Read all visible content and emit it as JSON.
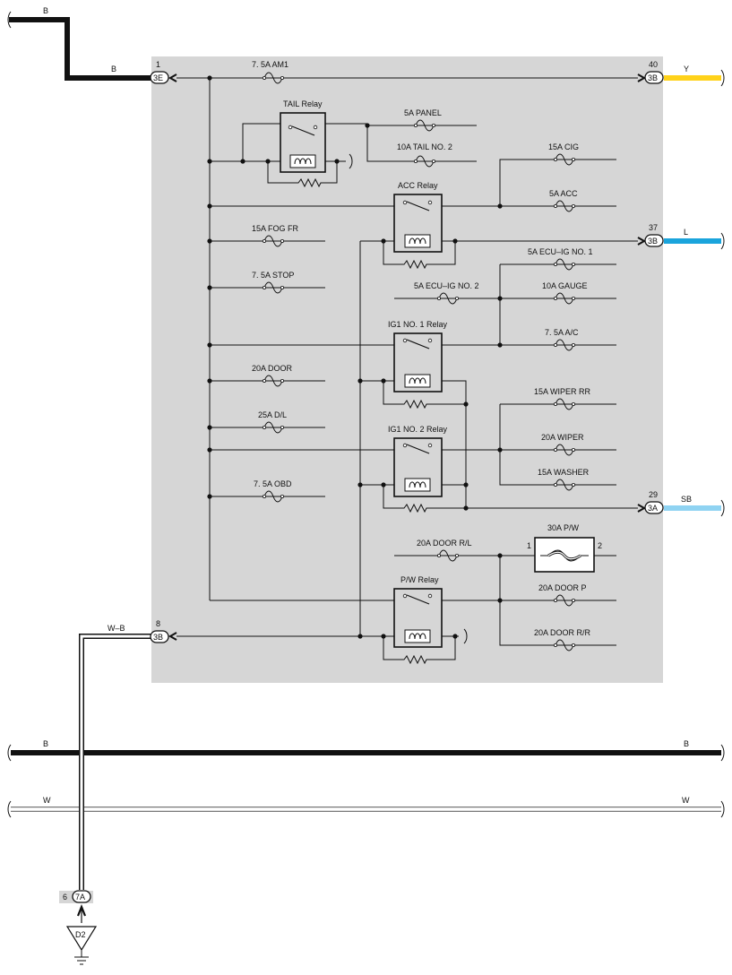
{
  "wire_colors": {
    "B": "#111111",
    "Y": "#ffd21a",
    "L": "#1aa4dc",
    "SB": "#8fd3f2",
    "W": "#ffffff",
    "W-B": "#ffffff"
  },
  "panel_color": "#d6d6d6",
  "wires": {
    "top_left": "B",
    "top_left_entry": "B",
    "out_y": "Y",
    "out_l": "L",
    "out_sb": "SB",
    "ground_in": "W–B",
    "bus_b_left": "B",
    "bus_b_right": "B",
    "bus_w_left": "W",
    "bus_w_right": "W"
  },
  "connectors": {
    "c1": {
      "pin": "1",
      "code": "3E"
    },
    "c40": {
      "pin": "40",
      "code": "3B"
    },
    "c37": {
      "pin": "37",
      "code": "3B"
    },
    "c29": {
      "pin": "29",
      "code": "3A"
    },
    "c8": {
      "pin": "8",
      "code": "3B"
    },
    "c6": {
      "pin": "6",
      "code": "7A"
    }
  },
  "ground": {
    "label": "D2"
  },
  "fuses": {
    "am1": "7. 5A AM1",
    "panel": "5A PANEL",
    "tail2": "10A TAIL NO. 2",
    "cig": "15A CIG",
    "acc": "5A ACC",
    "fogfr": "15A FOG FR",
    "stop": "7. 5A STOP",
    "ecuig1": "5A ECU–IG NO. 1",
    "ecuig2": "5A ECU–IG NO. 2",
    "gauge": "10A GAUGE",
    "ac": "7. 5A A/C",
    "door": "20A DOOR",
    "wiperrr": "15A WIPER RR",
    "dl": "25A D/L",
    "wiper": "20A WIPER",
    "washer": "15A WASHER",
    "obd": "7. 5A OBD",
    "pw": "30A P/W",
    "pw_pin1": "1",
    "pw_pin2": "2",
    "doorrl": "20A DOOR R/L",
    "doorp": "20A DOOR P",
    "doorrr": "20A DOOR R/R"
  },
  "relays": {
    "tail": "TAIL Relay",
    "acc": "ACC Relay",
    "ig1": "IG1 NO. 1 Relay",
    "ig2": "IG1 NO. 2 Relay",
    "pw": "P/W Relay"
  }
}
